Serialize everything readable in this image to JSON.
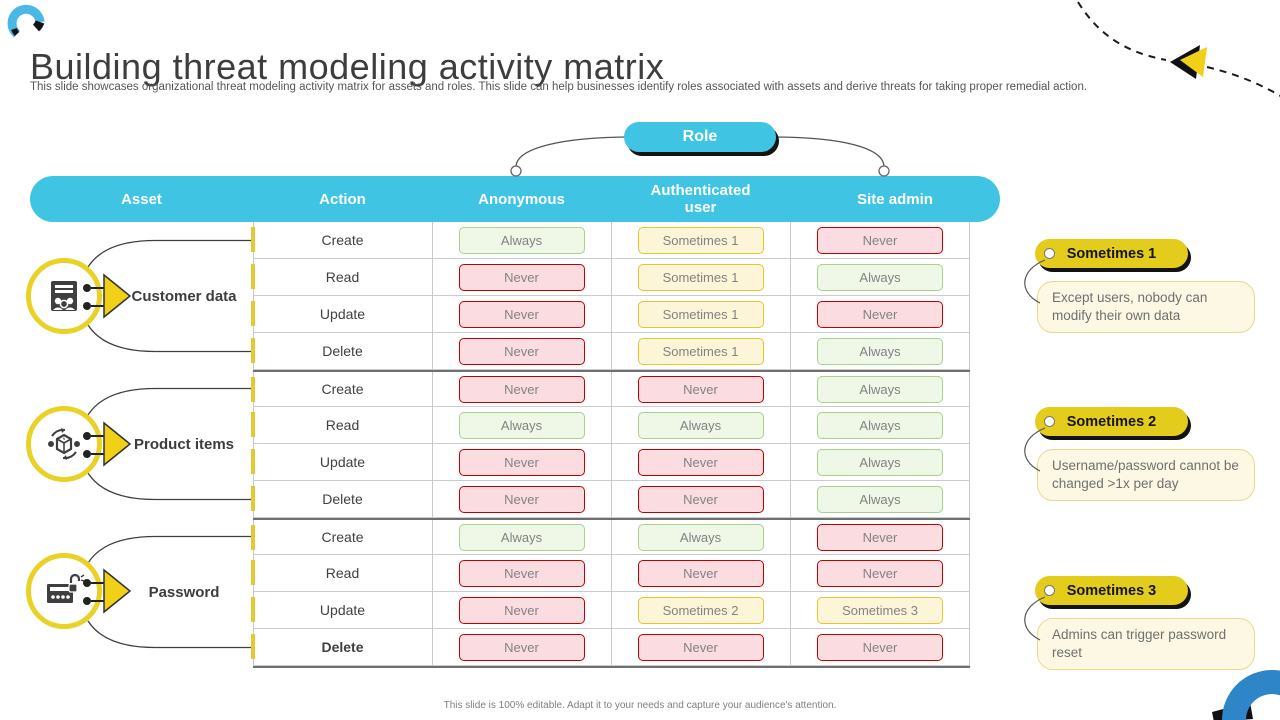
{
  "slide": {
    "title": "Building threat modeling activity matrix",
    "subtitle": "This slide showcases organizational threat modeling activity matrix for assets and roles. This slide can help businesses identify roles associated with assets and derive threats for taking proper remedial action.",
    "footer": "This slide is 100% editable. Adapt it to your needs and capture your audience's attention."
  },
  "role_label": "Role",
  "table": {
    "headers": [
      "Asset",
      "Action",
      "Anonymous",
      "Authenticated user",
      "Site admin"
    ],
    "groups": [
      {
        "asset": "Customer data",
        "icon": "customer-data-icon",
        "rows": [
          {
            "action": "Create",
            "cells": [
              "Always",
              "Sometimes 1",
              "Never"
            ]
          },
          {
            "action": "Read",
            "cells": [
              "Never",
              "Sometimes 1",
              "Always"
            ]
          },
          {
            "action": "Update",
            "cells": [
              "Never",
              "Sometimes 1",
              "Never"
            ]
          },
          {
            "action": "Delete",
            "cells": [
              "Never",
              "Sometimes 1",
              "Always"
            ]
          }
        ]
      },
      {
        "asset": "Product items",
        "icon": "product-items-icon",
        "rows": [
          {
            "action": "Create",
            "cells": [
              "Never",
              "Never",
              "Always"
            ]
          },
          {
            "action": "Read",
            "cells": [
              "Always",
              "Always",
              "Always"
            ]
          },
          {
            "action": "Update",
            "cells": [
              "Never",
              "Never",
              "Always"
            ]
          },
          {
            "action": "Delete",
            "cells": [
              "Never",
              "Never",
              "Always"
            ]
          }
        ]
      },
      {
        "asset": "Password",
        "icon": "password-icon",
        "rows": [
          {
            "action": "Create",
            "cells": [
              "Always",
              "Always",
              "Never"
            ]
          },
          {
            "action": "Read",
            "cells": [
              "Never",
              "Never",
              "Never"
            ]
          },
          {
            "action": "Update",
            "cells": [
              "Never",
              "Sometimes 2",
              "Sometimes 3"
            ]
          },
          {
            "action": "Delete",
            "emphasis": true,
            "cells": [
              "Never",
              "Never",
              "Never"
            ]
          }
        ]
      }
    ]
  },
  "callouts": [
    {
      "label": "Sometimes 1",
      "text": "Except users, nobody can modify their own data"
    },
    {
      "label": "Sometimes 2",
      "text": "Username/password cannot be changed >1x per day"
    },
    {
      "label": "Sometimes 3",
      "text": "Admins can trigger password reset"
    }
  ],
  "colors": {
    "accent_cyan": "#3FC4E3",
    "accent_yellow": "#E4CC1C",
    "always_bg": "#EFF7E7",
    "always_border": "#A9D18E",
    "never_bg": "#FBDDE1",
    "never_border": "#C00000",
    "sometimes_bg": "#FDF5D8",
    "sometimes_border": "#E3C431"
  }
}
